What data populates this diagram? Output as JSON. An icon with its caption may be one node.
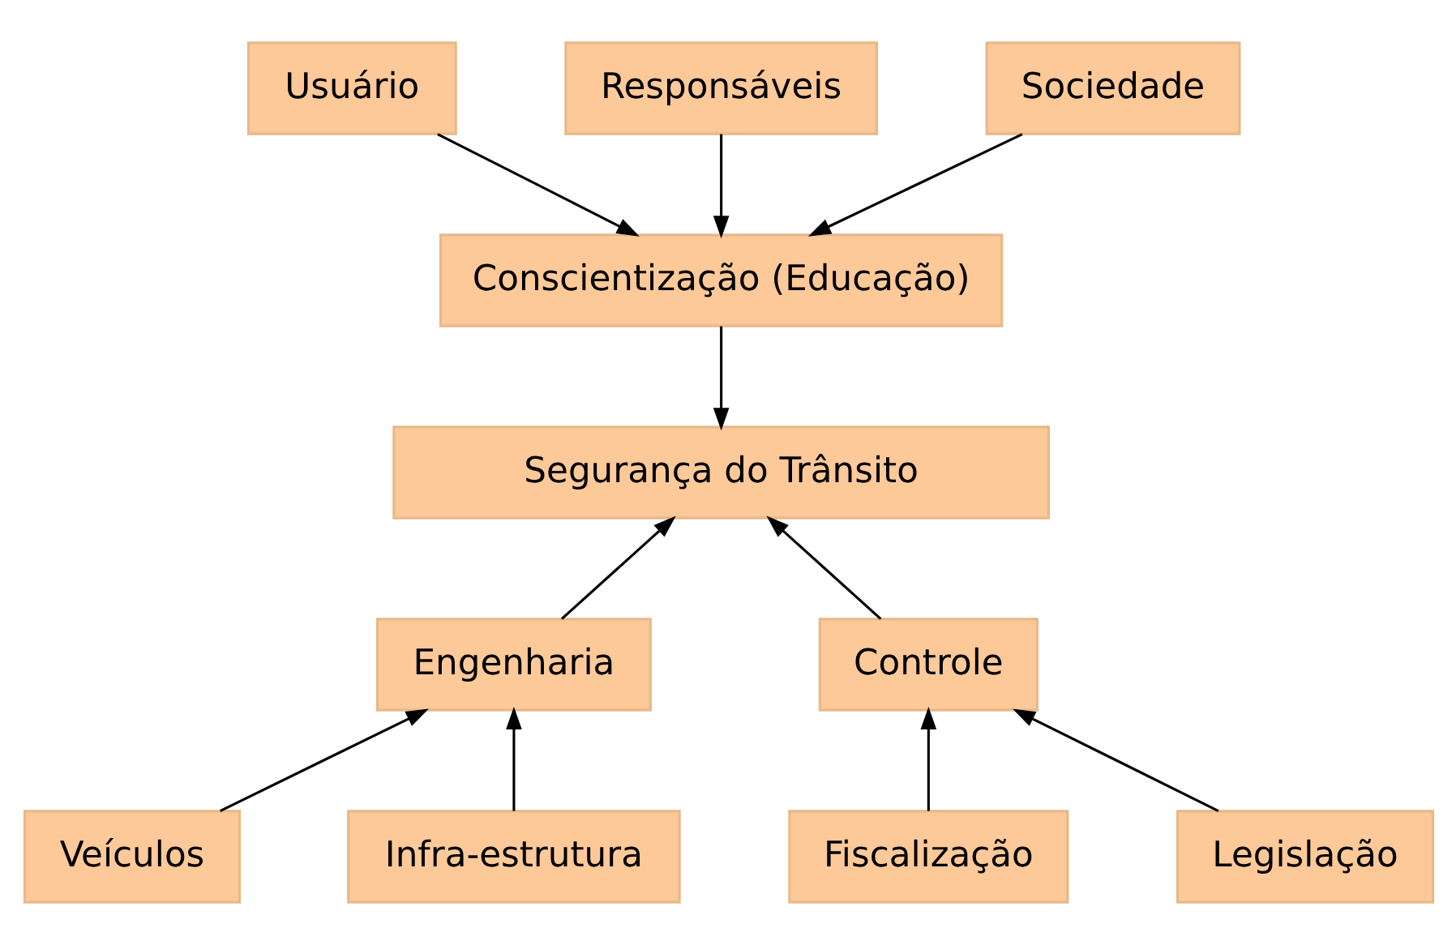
{
  "diagram": {
    "nodes": [
      {
        "text": [
          "Usuário"
        ]
      },
      {
        "text": [
          "Responsáveis"
        ]
      },
      {
        "text": [
          "Sociedade"
        ]
      },
      {
        "text": [
          "Conscientização (Educação)"
        ]
      },
      {
        "text": [
          "Segurança do Trânsito"
        ]
      },
      {
        "text": [
          "Engenharia"
        ]
      },
      {
        "text": [
          "Controle"
        ]
      },
      {
        "text": [
          "Veículos"
        ]
      },
      {
        "text": [
          "Infra-estrutura"
        ]
      },
      {
        "text": [
          "Fiscalização"
        ]
      },
      {
        "text": [
          "Legislação"
        ]
      }
    ],
    "edges": [
      {
        "from": 0,
        "to": 3,
        "arrow": "to"
      },
      {
        "from": 1,
        "to": 3,
        "arrow": "to"
      },
      {
        "from": 2,
        "to": 3,
        "arrow": "to"
      },
      {
        "from": 3,
        "to": 4,
        "arrow": "to"
      },
      {
        "from": 5,
        "to": 4,
        "arrow": "to"
      },
      {
        "from": 6,
        "to": 4,
        "arrow": "to"
      },
      {
        "from": 7,
        "to": 5,
        "arrow": "to"
      },
      {
        "from": 8,
        "to": 5,
        "arrow": "to"
      },
      {
        "from": 9,
        "to": 6,
        "arrow": "to"
      },
      {
        "from": 10,
        "to": 6,
        "arrow": "to"
      }
    ]
  }
}
